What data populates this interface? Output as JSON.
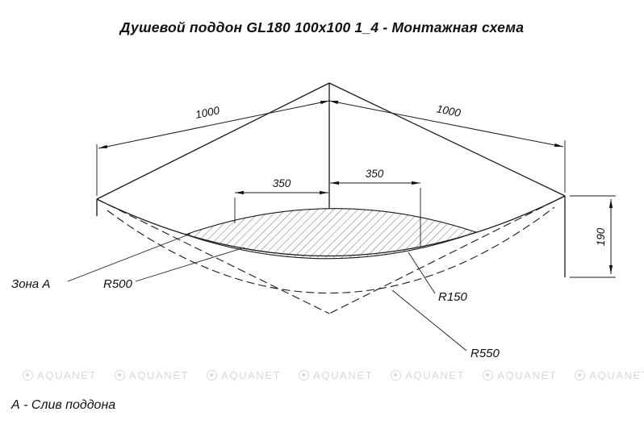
{
  "title": "Душевой поддон GL180 100x100 1_4 - Монтажная схема",
  "footer_note": "А - Слив поддона",
  "watermark": {
    "text": "AQUANET"
  },
  "dimensions": {
    "width_left": "1000",
    "width_right": "1000",
    "offset_left": "350",
    "offset_right": "350",
    "height": "190"
  },
  "labels": {
    "zone": "Зона А",
    "radius_inner": "R500",
    "radius_drain": "R150",
    "radius_outer": "R550"
  },
  "colors": {
    "line": "#1a1a1a",
    "watermark": "#d8d8d8",
    "background": "#ffffff"
  }
}
